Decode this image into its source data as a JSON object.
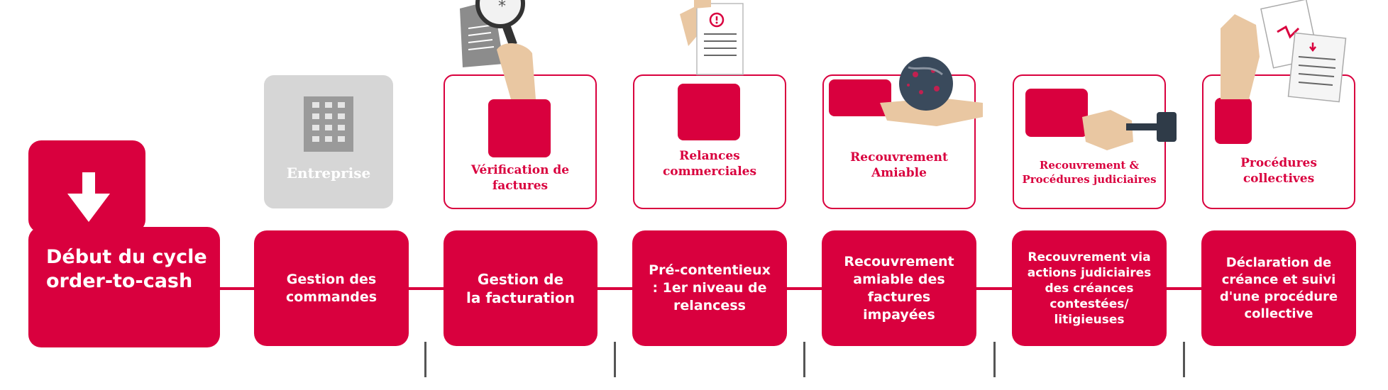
{
  "colors": {
    "accent": "#d9003e",
    "enterprise": "#d6d6d6",
    "tick": "#555555"
  },
  "start": {
    "label": "Début du cycle\norder-to-cash",
    "icon": "arrow-down-icon"
  },
  "enterprise": {
    "label": "Entreprise",
    "icon": "building-icon"
  },
  "steps": [
    {
      "label": "Gestion des\ncommandes"
    },
    {
      "label": "Gestion de\nla facturation"
    },
    {
      "label": "Pré-contentieux\n: 1er niveau de\nrelancess"
    },
    {
      "label": "Recouvrement\namiable des\nfactures\nimpayées"
    },
    {
      "label": "Recouvrement via\nactions judiciaires\ndes créances\ncontestées/\nlitigieuses"
    },
    {
      "label": "Déclaration de\ncréance et  suivi\nd'une procédure\ncollective"
    }
  ],
  "cards": [
    {
      "label": "Vérification de\nfactures",
      "icon": "magnifier-invoice-icon"
    },
    {
      "label": "Relances\ncommerciales",
      "icon": "reminder-letter-icon"
    },
    {
      "label": "Recouvrement\nAmiable",
      "icon": "globe-hand-icon"
    },
    {
      "label": "Recouvrement &\nProcédures judiciaires",
      "icon": "gavel-hand-icon"
    },
    {
      "label": "Procédures\ncollectives",
      "icon": "documents-hand-icon"
    }
  ]
}
